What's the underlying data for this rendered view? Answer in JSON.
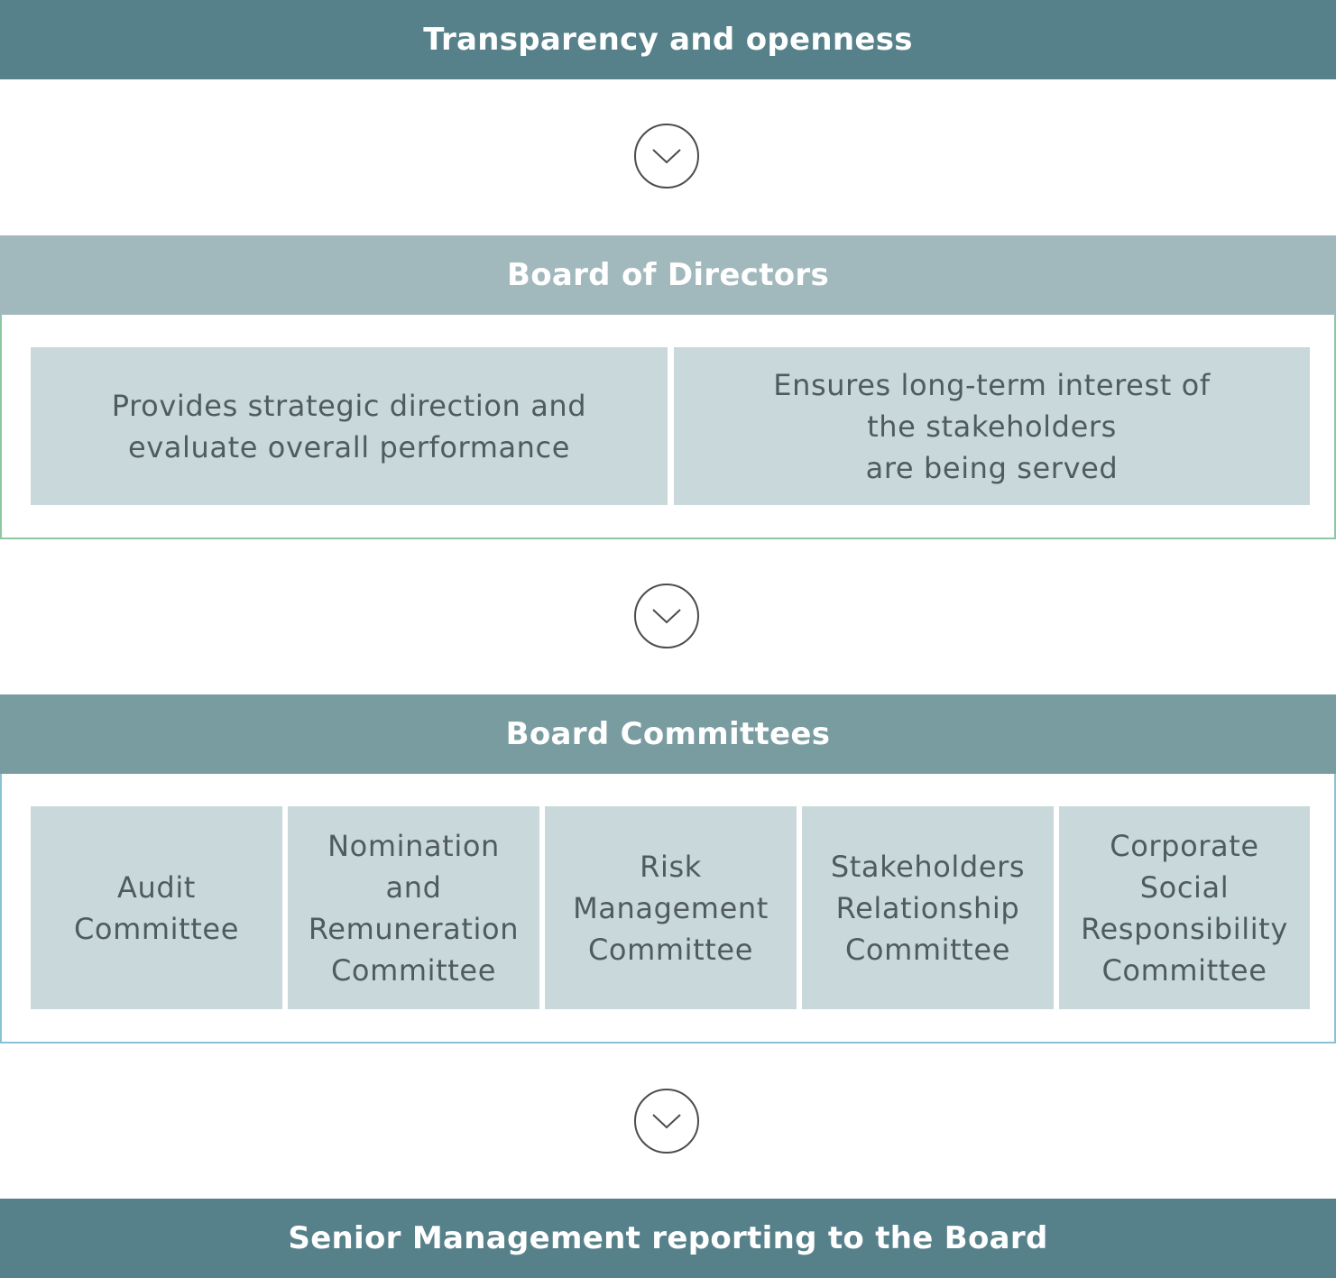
{
  "sections": {
    "transparency": {
      "title": "Transparency and openness"
    },
    "board": {
      "title": "Board of Directors",
      "roles": [
        "Provides strategic direction and\nevaluate overall performance",
        "Ensures long-term interest of\nthe stakeholders\nare being served"
      ]
    },
    "committees": {
      "title": "Board Committees",
      "items": [
        "Audit\nCommittee",
        "Nomination\nand\nRemuneration\nCommittee",
        "Risk\nManagement\nCommittee",
        "Stakeholders\nRelationship\nCommittee",
        "Corporate\nSocial\nResponsibility\nCommittee"
      ]
    },
    "senior": {
      "title": "Senior Management reporting to the Board"
    }
  },
  "icons": {
    "connector": "chevron-down-icon"
  },
  "colors": {
    "banner_dark": "#57818a",
    "banner_light": "#a1b8bd",
    "banner_mid": "#799ca1",
    "card_fill": "#c9d8da",
    "board_border": "#8cc6a3",
    "committee_border": "#8ac1d4"
  }
}
